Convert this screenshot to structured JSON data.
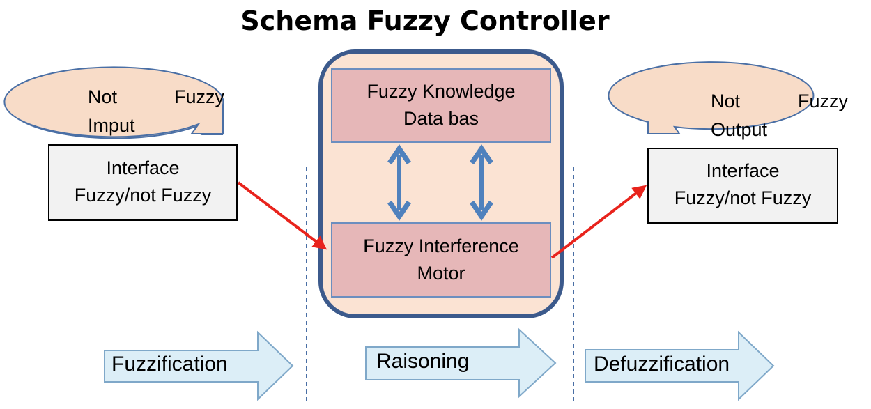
{
  "title": "Schema Fuzzy Controller",
  "input": {
    "word1": "Not",
    "word2": "Fuzzy",
    "word3": "Imput",
    "interface_line1": "Interface",
    "interface_line2": "Fuzzy/not Fuzzy"
  },
  "core": {
    "knowledge_line1": "Fuzzy Knowledge",
    "knowledge_line2": "Data bas",
    "motor_line1": "Fuzzy Interference",
    "motor_line2": "Motor"
  },
  "output": {
    "word1": "Not",
    "word2": "Fuzzy",
    "word3": "Output",
    "interface_line1": "Interface",
    "interface_line2": "Fuzzy/not Fuzzy"
  },
  "phases": {
    "fuzzification": "Fuzzification",
    "raisoning": "Raisoning",
    "defuzzification": "Defuzzification"
  },
  "colors": {
    "callout_fill": "#f8dcc8",
    "outline_blue": "#4a6fa5",
    "core_container_border": "#3c5a8c",
    "core_container_fill": "#fbe3d3",
    "inner_box_fill": "#e6b7b8",
    "inner_box_border": "#6c8ebf",
    "double_arrow": "#4f81bd",
    "flow_arrow": "#e8231c",
    "phase_arrow_fill": "#dceef7",
    "phase_arrow_border": "#7fa8c9",
    "interface_box_fill": "#f2f2f2"
  }
}
